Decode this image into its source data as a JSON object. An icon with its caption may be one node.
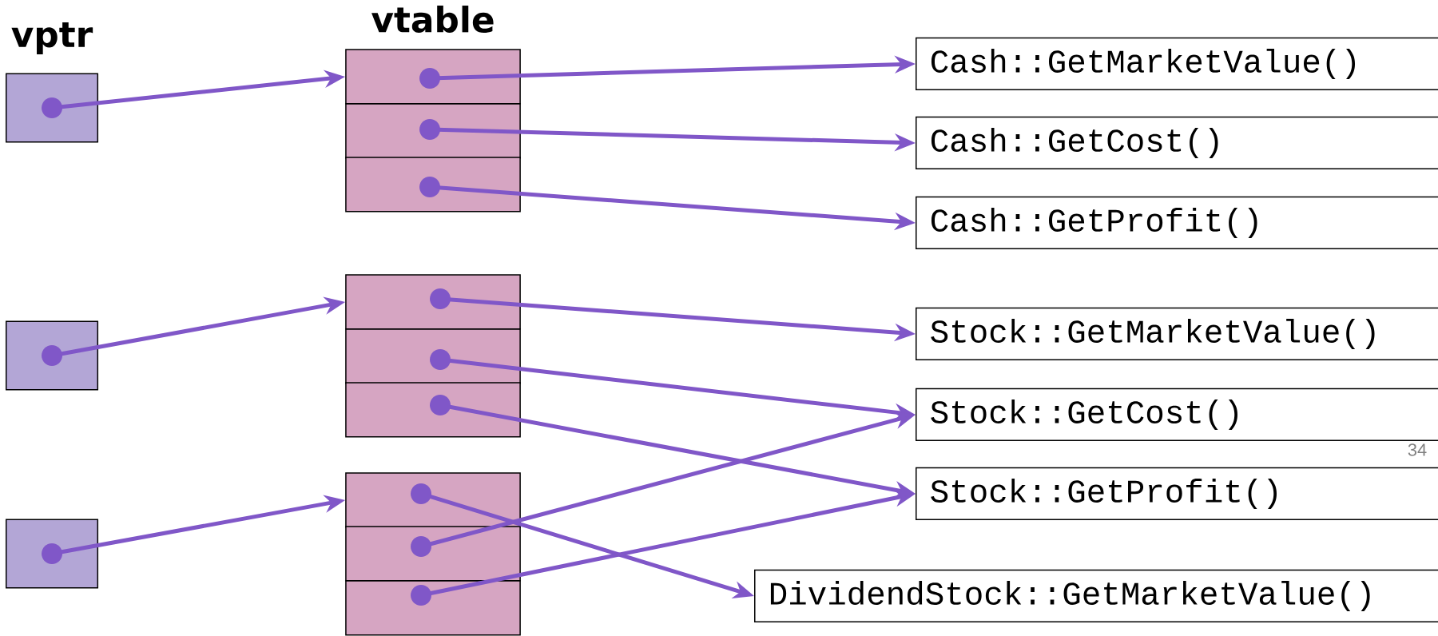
{
  "diagram": {
    "nodes": [
      {
        "text": [],
        "shape": "box"
      },
      {
        "text": [],
        "shape": "box"
      },
      {
        "text": [],
        "shape": "box"
      },
      {
        "text": [],
        "shape": "box"
      },
      {
        "text": [],
        "shape": "box"
      },
      {
        "text": [],
        "shape": "box"
      },
      {
        "text": [],
        "shape": "box"
      },
      {
        "text": [],
        "shape": "box"
      },
      {
        "text": [],
        "shape": "box"
      },
      {
        "text": [],
        "shape": "box"
      },
      {
        "text": [],
        "shape": "box"
      },
      {
        "text": [],
        "shape": "box"
      },
      {
        "text": [
          "Cash::GetMarketValue()"
        ]
      },
      {
        "text": [
          "Cash::GetCost()"
        ]
      },
      {
        "text": [
          "Cash::GetProfit()"
        ]
      },
      {
        "text": [
          "Stock::GetMarketValue()"
        ]
      },
      {
        "text": [
          "Stock::GetCost()"
        ]
      },
      {
        "text": [
          "Stock::GetProfit()"
        ]
      },
      {
        "text": [
          "DividendStock::GetMarketValue()"
        ]
      }
    ],
    "edges": [
      {
        "from": 0,
        "to": 3,
        "arrow": "to"
      },
      {
        "from": 1,
        "to": 6,
        "arrow": "to"
      },
      {
        "from": 2,
        "to": 9,
        "arrow": "to"
      },
      {
        "from": 3,
        "to": 12,
        "arrow": "to"
      },
      {
        "from": 4,
        "to": 13,
        "arrow": "to"
      },
      {
        "from": 5,
        "to": 14,
        "arrow": "to"
      },
      {
        "from": 6,
        "to": 15,
        "arrow": "to"
      },
      {
        "from": 7,
        "to": 16,
        "arrow": "to"
      },
      {
        "from": 8,
        "to": 17,
        "arrow": "to"
      },
      {
        "from": 9,
        "to": 18,
        "arrow": "to"
      },
      {
        "from": 10,
        "to": 16,
        "arrow": "to"
      },
      {
        "from": 11,
        "to": 17,
        "arrow": "to"
      }
    ],
    "labels": [
      "vptr",
      "vtable",
      "34"
    ]
  }
}
